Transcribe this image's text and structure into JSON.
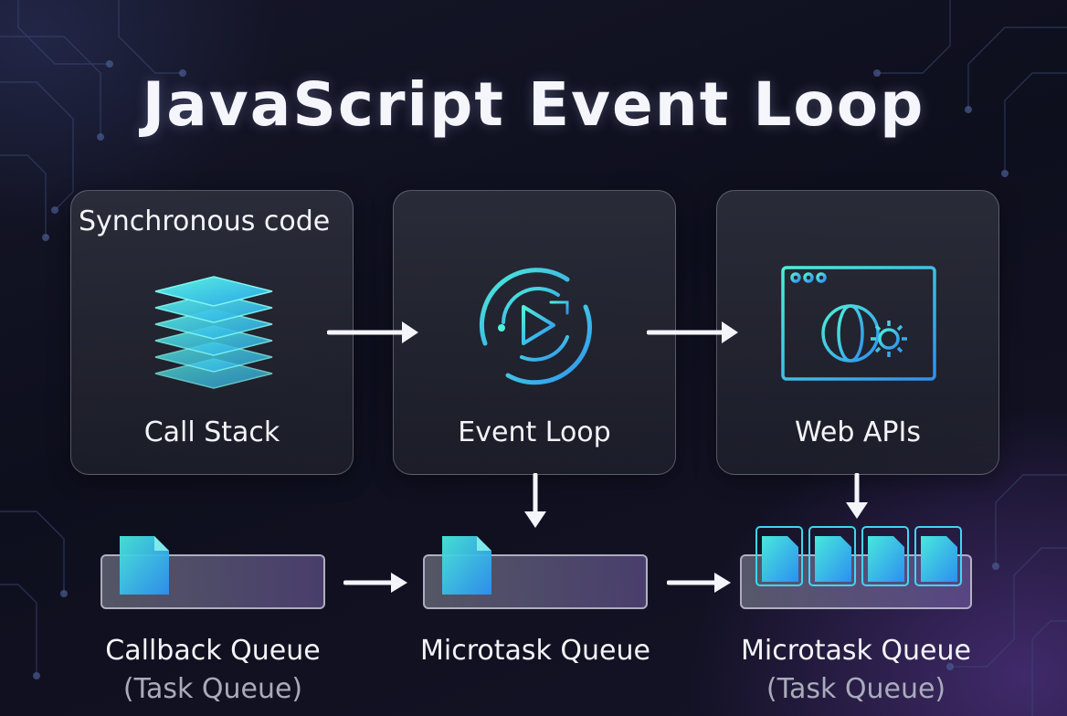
{
  "title": "JavaScript Event Loop",
  "cards": {
    "call_stack": {
      "top_label": "Synchronous code",
      "label": "Call Stack",
      "icon": "stack-layers-icon"
    },
    "event_loop": {
      "label": "Event Loop",
      "icon": "loop-play-icon"
    },
    "web_apis": {
      "label": "Web APIs",
      "icon": "browser-globe-gear-icon"
    }
  },
  "queues": {
    "callback": {
      "label": "Callback Queue",
      "sublabel": "(Task Queue)"
    },
    "microtask": {
      "label": "Microtask Queue"
    },
    "microtask2": {
      "label": "Microtask Queue",
      "sublabel": "(Task Queue)"
    }
  },
  "colors": {
    "accent_cyan": "#3fe0e6",
    "accent_blue": "#2f9ff0",
    "accent_purple": "#7d4fd0"
  }
}
